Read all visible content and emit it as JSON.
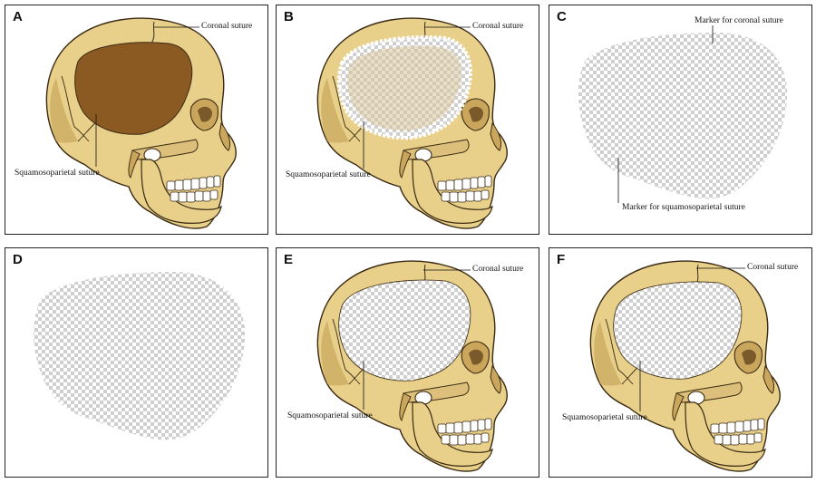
{
  "panels": [
    {
      "letter": "A",
      "coronal": "Coronal suture",
      "squamo": "Squamosoparietal suture"
    },
    {
      "letter": "B",
      "coronal": "Coronal suture",
      "squamo": "Squamosoparietal suture"
    },
    {
      "letter": "C",
      "coronal": "Marker for coronal suture",
      "squamo": "Marker for squamosoparietal suture"
    },
    {
      "letter": "D"
    },
    {
      "letter": "E",
      "coronal": "Coronal suture",
      "squamo": "Squamosoparietal suture"
    },
    {
      "letter": "F",
      "coronal": "Coronal suture",
      "squamo": "Squamosoparietal suture"
    }
  ],
  "colors": {
    "bone": "#e8cf8a",
    "bone_shadow": "#c9a65c",
    "outline": "#3a2a12",
    "defect_fill": "#8b5a23",
    "checker_light": "#ffffff",
    "checker_dark": "#cfcfcf"
  }
}
